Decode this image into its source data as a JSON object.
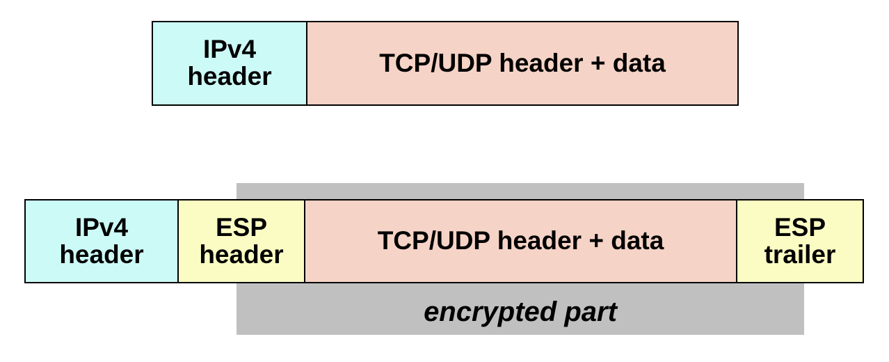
{
  "packets": {
    "plain": {
      "fields": [
        {
          "label_lines": [
            "IPv4",
            "header"
          ]
        },
        {
          "label_lines": [
            "TCP/UDP header + data"
          ]
        }
      ]
    },
    "esp": {
      "fields": [
        {
          "label_lines": [
            "IPv4",
            "header"
          ]
        },
        {
          "label_lines": [
            "ESP",
            "header"
          ]
        },
        {
          "label_lines": [
            "TCP/UDP header + data"
          ]
        },
        {
          "label_lines": [
            "ESP",
            "trailer"
          ]
        }
      ]
    }
  },
  "encrypted": {
    "label": "encrypted part"
  },
  "colors": {
    "ip_header": "#ccfaf7",
    "esp_field": "#fbfcc3",
    "payload": "#f5d3c6",
    "encrypted_band": "#c0c0c0",
    "border": "#000000"
  }
}
